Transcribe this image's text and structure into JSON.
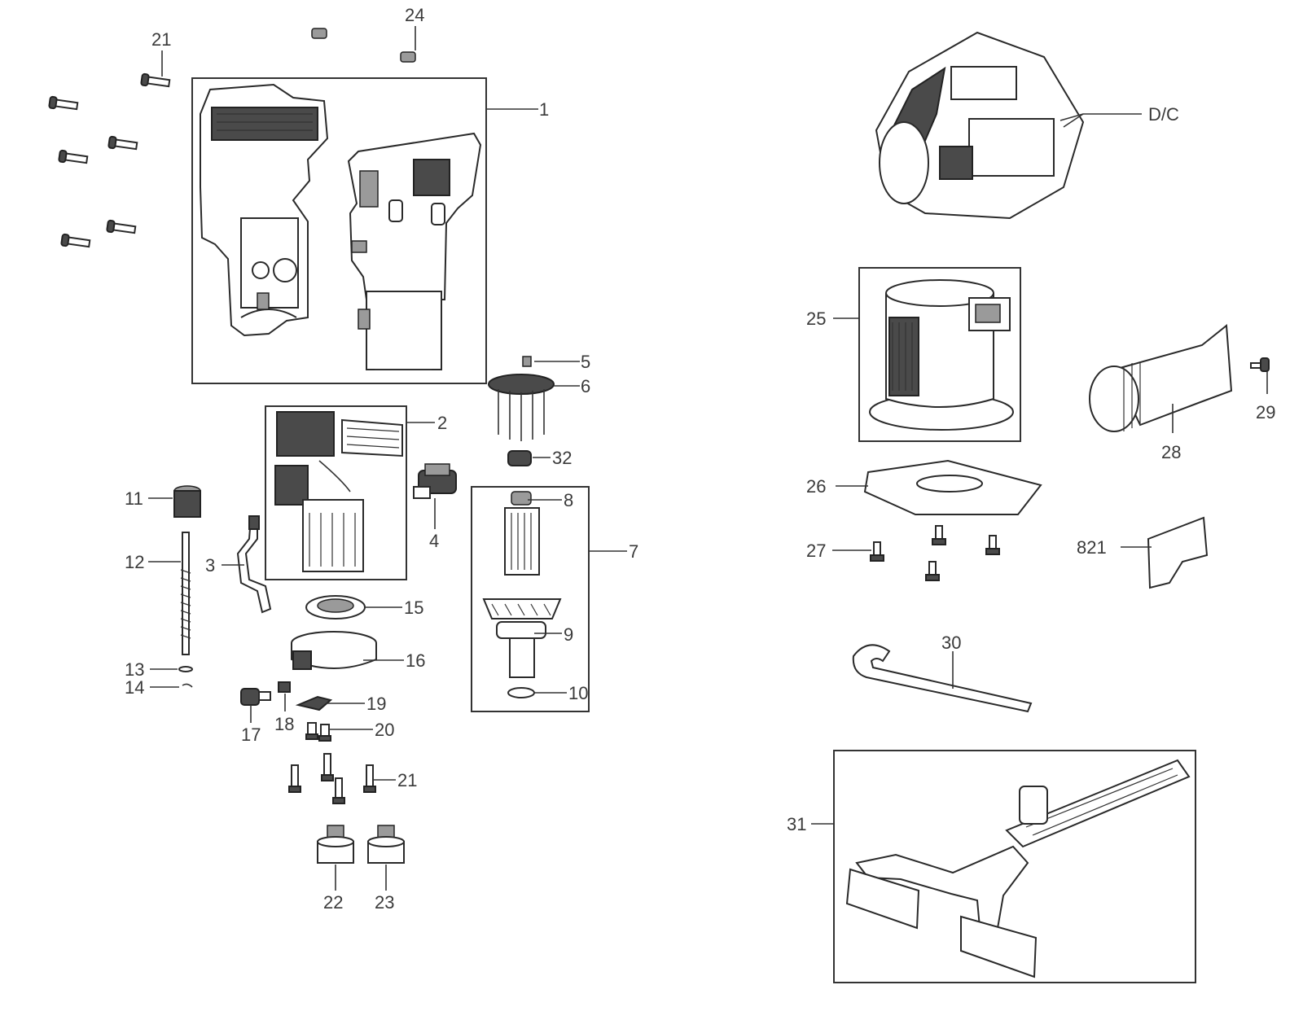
{
  "diagram": {
    "callouts": {
      "p1": "1",
      "p2": "2",
      "p3": "3",
      "p4": "4",
      "p5": "5",
      "p6": "6",
      "p7": "7",
      "p8": "8",
      "p9": "9",
      "p10": "10",
      "p11": "11",
      "p12": "12",
      "p13": "13",
      "p14": "14",
      "p15": "15",
      "p16": "16",
      "p17": "17",
      "p18": "18",
      "p19": "19",
      "p20": "20",
      "p21a": "21",
      "p21b": "21",
      "p22": "22",
      "p23": "23",
      "p24": "24",
      "p25": "25",
      "p26": "26",
      "p27": "27",
      "p28": "28",
      "p29": "29",
      "p30": "30",
      "p31": "31",
      "p32": "32",
      "p821": "821",
      "dc": "D/C"
    }
  }
}
